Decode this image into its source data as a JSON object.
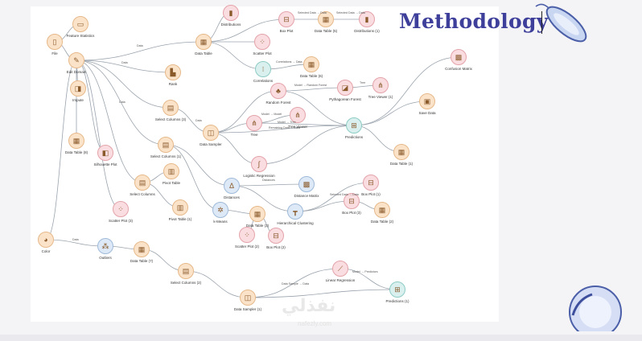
{
  "title": "Methodology",
  "watermark": {
    "arabic": "نفذلي",
    "latin": "nafezly.com"
  },
  "colors": {
    "title": "#3d3f9a",
    "edge": "#9aa3ad",
    "orange_node": "#fbe3c9",
    "green_node": "#dff0d8"
  },
  "nodes": {
    "file": "File",
    "feature_statistics": "Feature Statistics",
    "edit_domain": "Edit Domain",
    "impute": "Impute",
    "data_table_8": "Data Table (8)",
    "color": "Color",
    "silhouette_plot": "Silhouette Plot",
    "select_columns": "Select Columns",
    "scatter_plot_3": "Scatter Plot (3)",
    "pivot_table": "Pivot Table",
    "pivot_table_1": "Pivot Table (1)",
    "select_columns_3": "Select Columns (3)",
    "select_columns_1": "Select Columns (1)",
    "rank": "Rank",
    "data_table": "Data Table",
    "distributions": "Distributions",
    "box_plot": "Box Plot",
    "data_table_5": "Data Table (5)",
    "distributions_1": "Distributions (1)",
    "scatter_plot": "Scatter Plot",
    "correlations": "Correlations",
    "data_table_6": "Data Table (6)",
    "data_sampler": "Data Sampler",
    "random_forest": "Random Forest",
    "tree": "Tree",
    "tree_viewer": "Tree Viewer",
    "pythagorean_forest": "Pythagorean Forest",
    "tree_viewer_1": "Tree Viewer (1)",
    "confusion_matrix": "Confusion Matrix",
    "predictions": "Predictions",
    "save_data": "Save Data",
    "data_table_1": "Data Table (1)",
    "logistic_regression": "Logistic Regression",
    "distances": "Distances",
    "distance_matrix": "Distance Matrix",
    "k_means": "k-Means",
    "data_table_3": "Data Table (3)",
    "hierarchical_clustering": "Hierarchical Clustering",
    "box_plot_1": "Box Plot (1)",
    "box_plot_3": "Box Plot (3)",
    "data_table_2": "Data Table (2)",
    "scatter_plot_2": "Scatter Plot (2)",
    "box_plot_2": "Box Plot (2)",
    "outliers": "Outliers",
    "data_table_7": "Data Table (7)",
    "select_columns_2": "Select Columns (2)",
    "data_sampler_1": "Data Sampler (1)",
    "linear_regression": "Linear Regression",
    "predictions_1": "Predictions (1)"
  },
  "edge_labels": {
    "data_1": "Data",
    "data_2": "Data",
    "data_3": "Data",
    "data_4": "Data",
    "data_5": "Data",
    "selected_data_data": "Selected Data → Data",
    "selected_data_data_2": "Selected Data → Data",
    "correlations_data": "Correlations → Data",
    "model_random_forest": "Model → Random Forest",
    "model_model": "Model → Model",
    "tree_model": "Model → Tree",
    "remaining_data": "Remaining Data → Data",
    "distances": "Distances",
    "data_sample_data": "Data Sample → Data",
    "model_predictors": "Model → Predictors",
    "selected_data_data_3": "Selected Data → Data",
    "tree": "Tree"
  }
}
